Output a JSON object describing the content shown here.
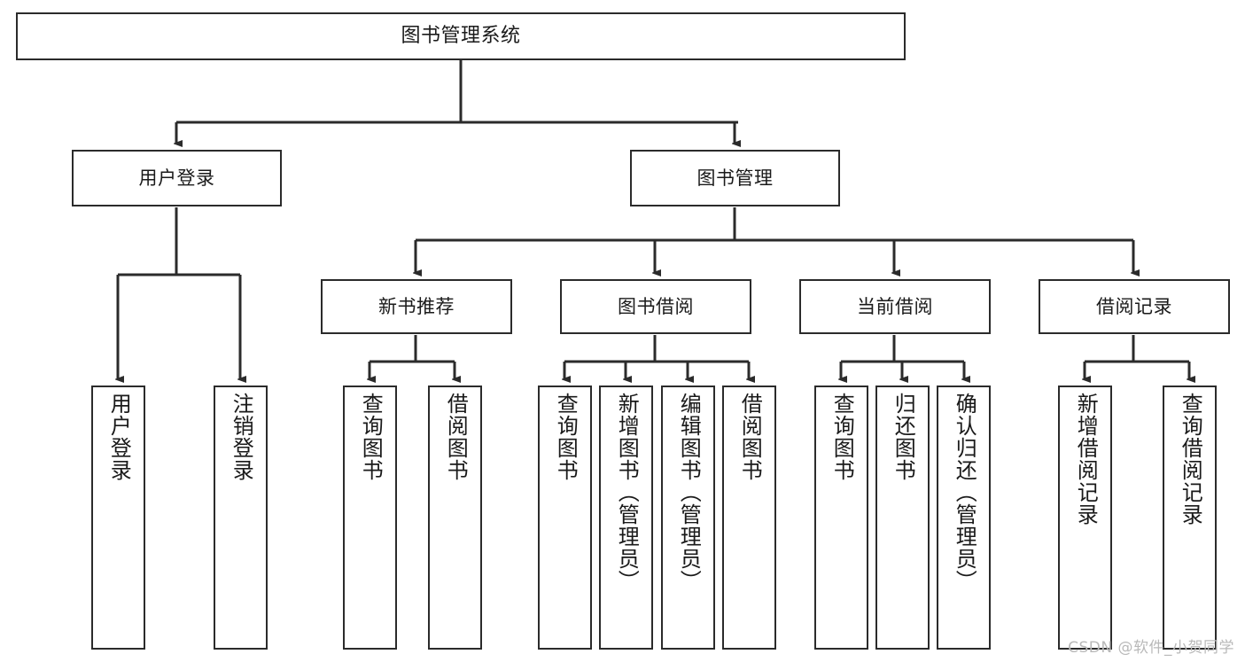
{
  "diagram": {
    "title": "图书管理系统",
    "type": "hierarchy-tree",
    "colors": {
      "box_border": "#2b2b2b",
      "box_fill": "#ffffff",
      "connector": "#2b2b2b",
      "text": "#1a1a1a",
      "watermark": "#b9b9b9"
    },
    "levels": {
      "root": {
        "label": "图书管理系统"
      },
      "level2": [
        {
          "label": "用户登录"
        },
        {
          "label": "图书管理"
        }
      ],
      "level3": [
        {
          "label": "新书推荐"
        },
        {
          "label": "图书借阅"
        },
        {
          "label": "当前借阅"
        },
        {
          "label": "借阅记录"
        }
      ],
      "leaves": {
        "user_login": [
          {
            "label": "用户登录"
          },
          {
            "label": "注销登录"
          }
        ],
        "new_book_recommend": [
          {
            "label": "查询图书"
          },
          {
            "label": "借阅图书"
          }
        ],
        "book_borrow": [
          {
            "label": "查询图书"
          },
          {
            "label": "新增图书（管理员）"
          },
          {
            "label": "编辑图书（管理员）"
          },
          {
            "label": "借阅图书"
          }
        ],
        "current_borrow": [
          {
            "label": "查询图书"
          },
          {
            "label": "归还图书"
          },
          {
            "label": "确认归还（管理员）"
          }
        ],
        "borrow_record": [
          {
            "label": "新增借阅记录"
          },
          {
            "label": "查询借阅记录"
          }
        ]
      }
    }
  },
  "watermark": {
    "text": "CSDN @软件_小贺同学"
  }
}
